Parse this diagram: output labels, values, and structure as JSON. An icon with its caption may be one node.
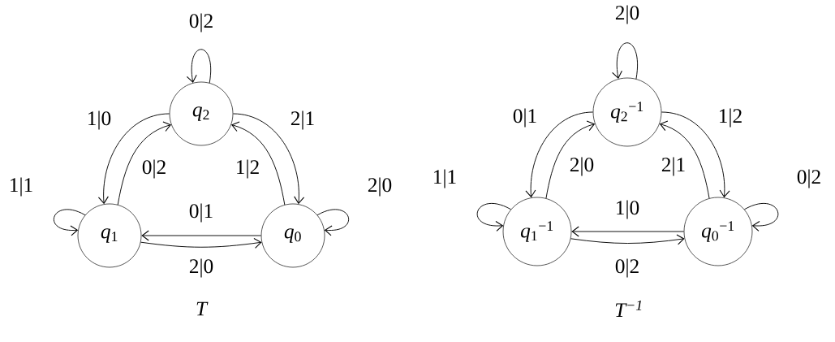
{
  "diagram": {
    "nodes": [
      {
        "text": [
          "*q*$_{2}$"
        ]
      },
      {
        "text": [
          "*q*$_{1}$"
        ]
      },
      {
        "text": [
          "*q*$_{0}$"
        ]
      },
      {
        "text": [
          "*q*$_{2}$$^{−1}$"
        ]
      },
      {
        "text": [
          "*q*$_{1}$$^{−1}$"
        ]
      },
      {
        "text": [
          "*q*$_{0}$$^{−1}$"
        ]
      }
    ],
    "edges": [
      {
        "from": 0,
        "to": 0,
        "arrow": "to",
        "label": "0|2"
      },
      {
        "from": 0,
        "to": 1,
        "arrow": "to",
        "label": "1|0"
      },
      {
        "from": 1,
        "to": 0,
        "arrow": "to",
        "label": "0|2"
      },
      {
        "from": 0,
        "to": 2,
        "arrow": "to",
        "label": "2|1"
      },
      {
        "from": 2,
        "to": 0,
        "arrow": "to",
        "label": "1|2"
      },
      {
        "from": 1,
        "to": 1,
        "arrow": "to",
        "label": "1|1"
      },
      {
        "from": 2,
        "to": 2,
        "arrow": "to",
        "label": "2|0"
      },
      {
        "from": 2,
        "to": 1,
        "arrow": "to",
        "label": "0|1"
      },
      {
        "from": 1,
        "to": 2,
        "arrow": "to",
        "label": "2|0"
      },
      {
        "from": 3,
        "to": 3,
        "arrow": "to",
        "label": "2|0"
      },
      {
        "from": 3,
        "to": 4,
        "arrow": "to",
        "label": "0|1"
      },
      {
        "from": 4,
        "to": 3,
        "arrow": "to",
        "label": "2|0"
      },
      {
        "from": 3,
        "to": 5,
        "arrow": "to",
        "label": "1|2"
      },
      {
        "from": 5,
        "to": 3,
        "arrow": "to",
        "label": "2|1"
      },
      {
        "from": 4,
        "to": 4,
        "arrow": "to",
        "label": "1|1"
      },
      {
        "from": 5,
        "to": 5,
        "arrow": "to",
        "label": "0|2"
      },
      {
        "from": 5,
        "to": 4,
        "arrow": "to",
        "label": "1|0"
      },
      {
        "from": 4,
        "to": 5,
        "arrow": "to",
        "label": "0|2"
      }
    ],
    "labels": [
      "T",
      "T$^{−1}$"
    ]
  }
}
